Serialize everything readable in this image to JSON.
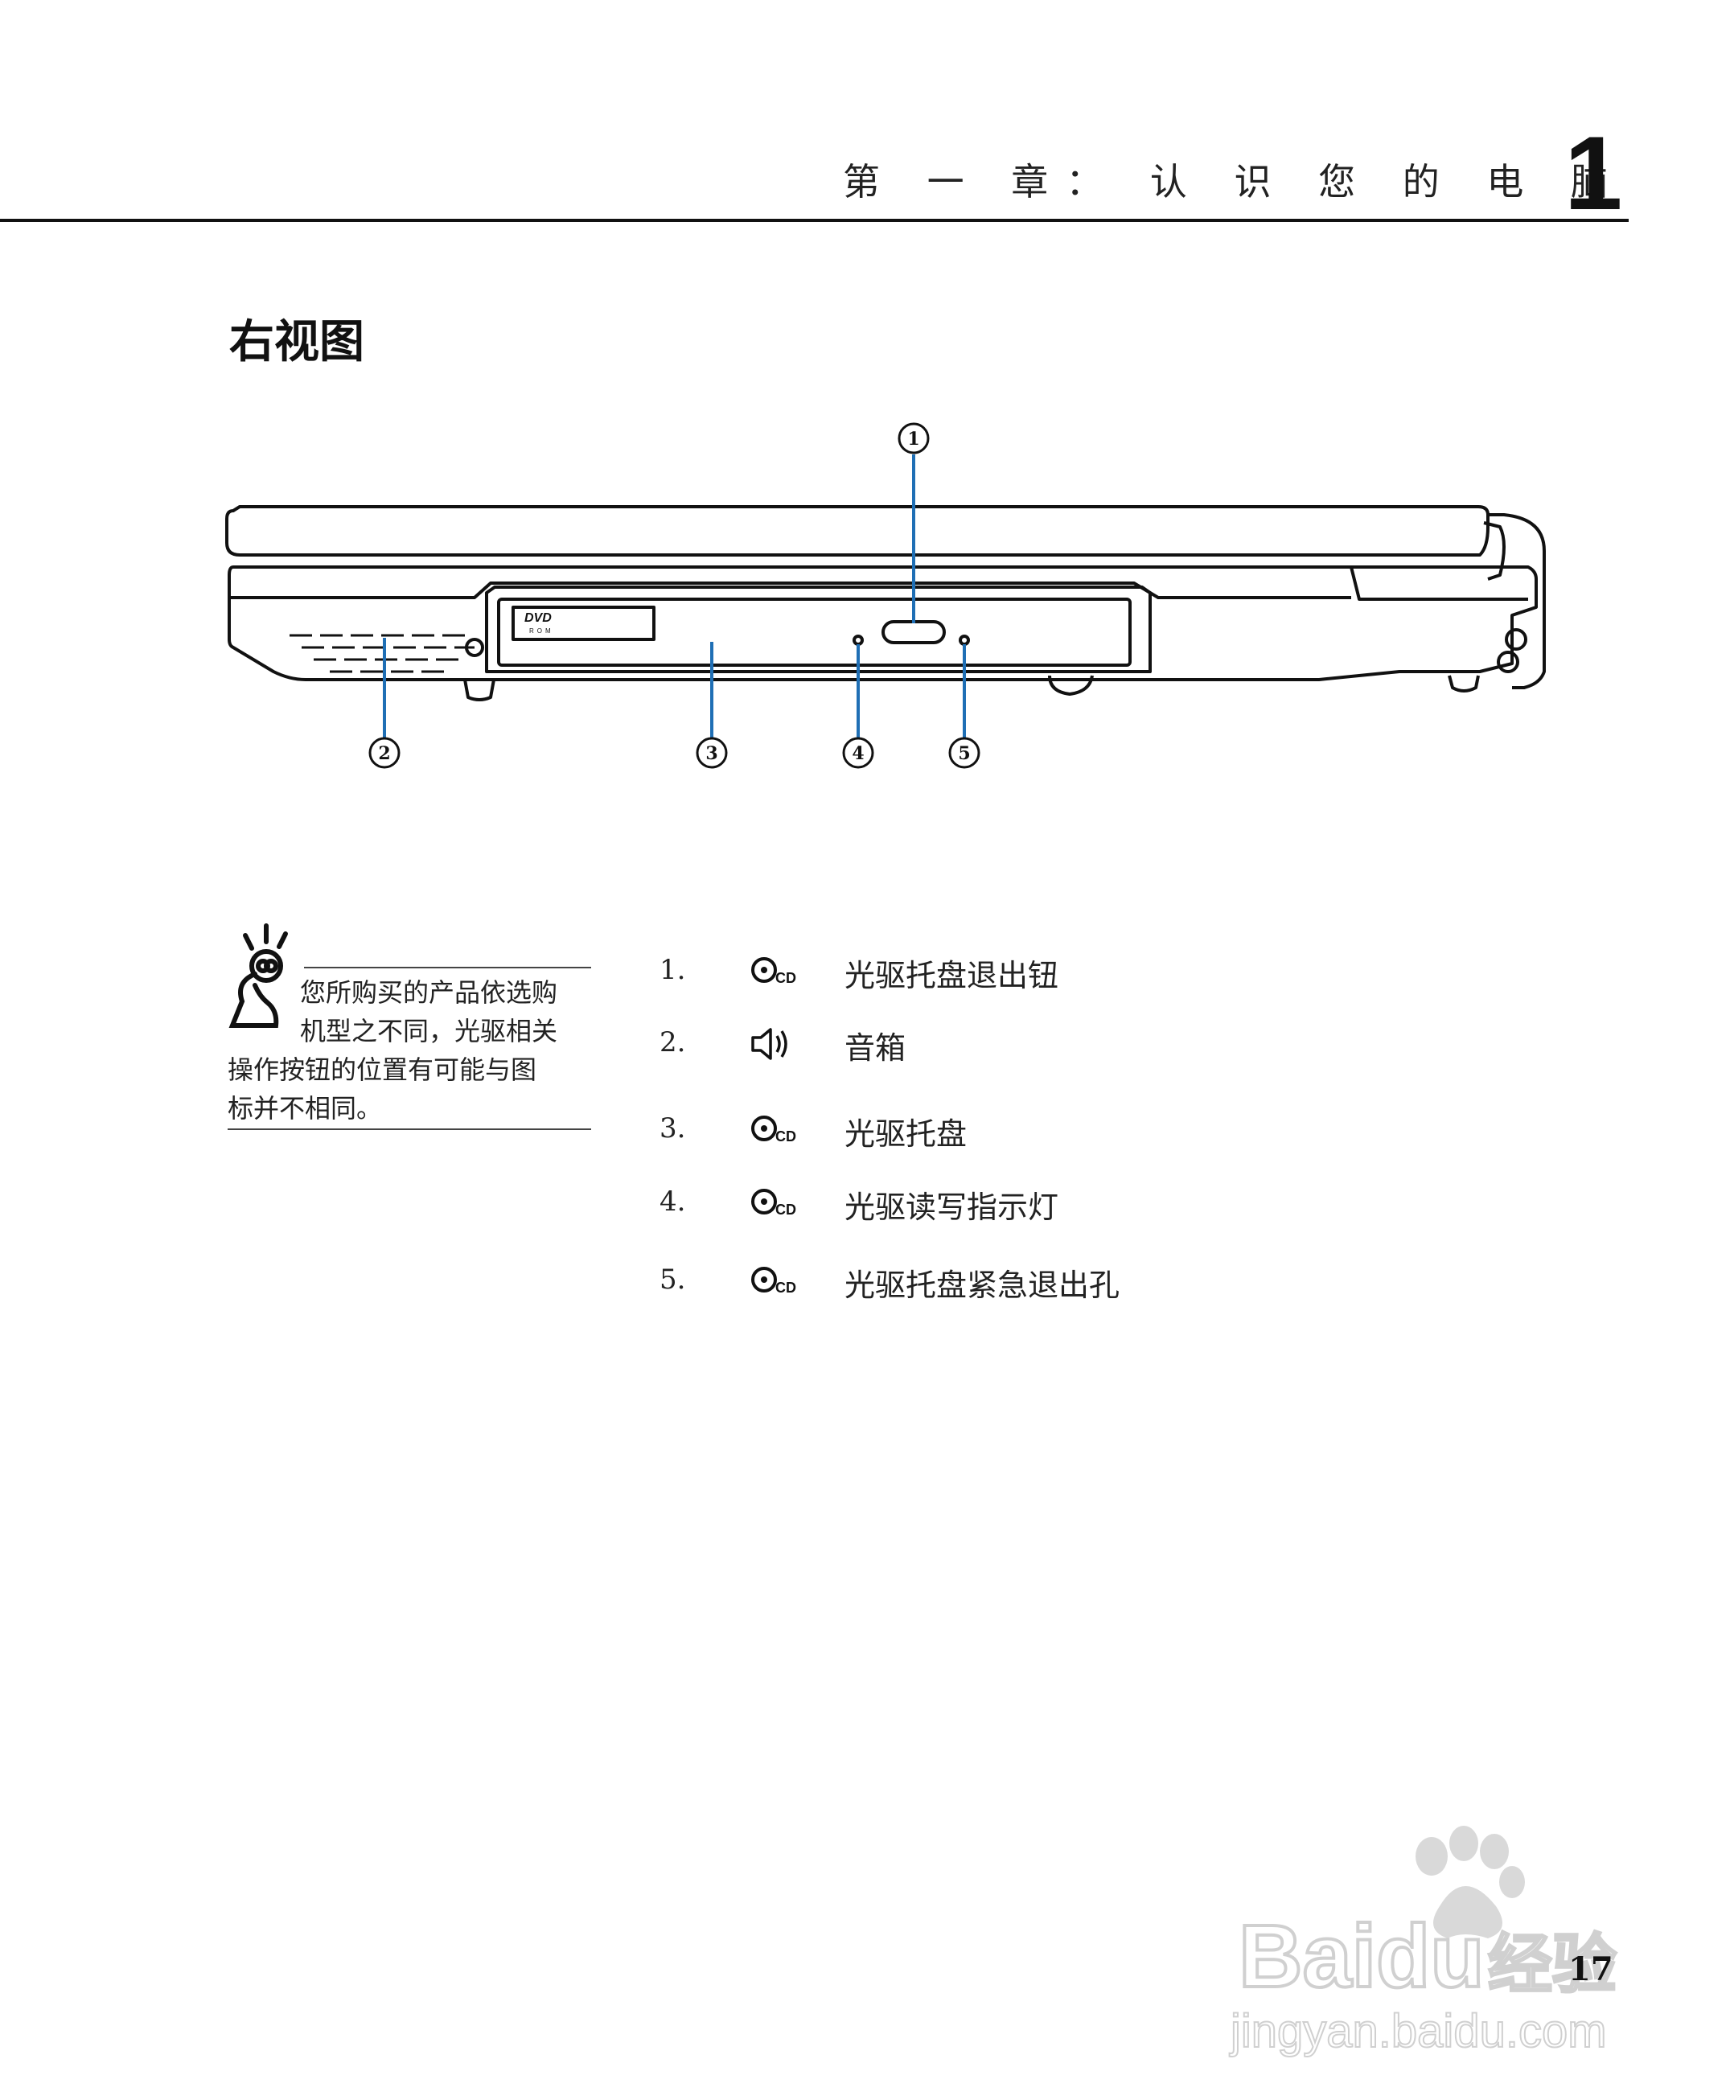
{
  "header": {
    "chapter_title": "第 一 章： 认 识 您 的 电 脑",
    "chapter_number": "1"
  },
  "section": {
    "title": "右视图"
  },
  "diagram": {
    "callouts": [
      "1",
      "2",
      "3",
      "4",
      "5"
    ],
    "drive_logo": "DVD",
    "drive_logo_sub": "ROM"
  },
  "tip": {
    "lines": [
      "您所购买的产品依选购",
      "机型之不同，光驱相关",
      "操作按钮的位置有可能与图",
      "标并不相同。"
    ]
  },
  "legend": {
    "items": [
      {
        "num": "1.",
        "icon": "cd-icon",
        "label": "光驱托盘退出钮"
      },
      {
        "num": "2.",
        "icon": "speaker-icon",
        "label": "音箱"
      },
      {
        "num": "3.",
        "icon": "cd-icon",
        "label": "光驱托盘"
      },
      {
        "num": "4.",
        "icon": "cd-icon",
        "label": "光驱读写指示灯"
      },
      {
        "num": "5.",
        "icon": "cd-icon",
        "label": "光驱托盘紧急退出孔"
      }
    ]
  },
  "watermark": {
    "brand": "Baidu",
    "brand_cn": "经验",
    "url": "jingyan.baidu.com"
  },
  "page_number": "17",
  "colors": {
    "callout_line": "#1f6fb5",
    "text": "#1a1a1a"
  }
}
